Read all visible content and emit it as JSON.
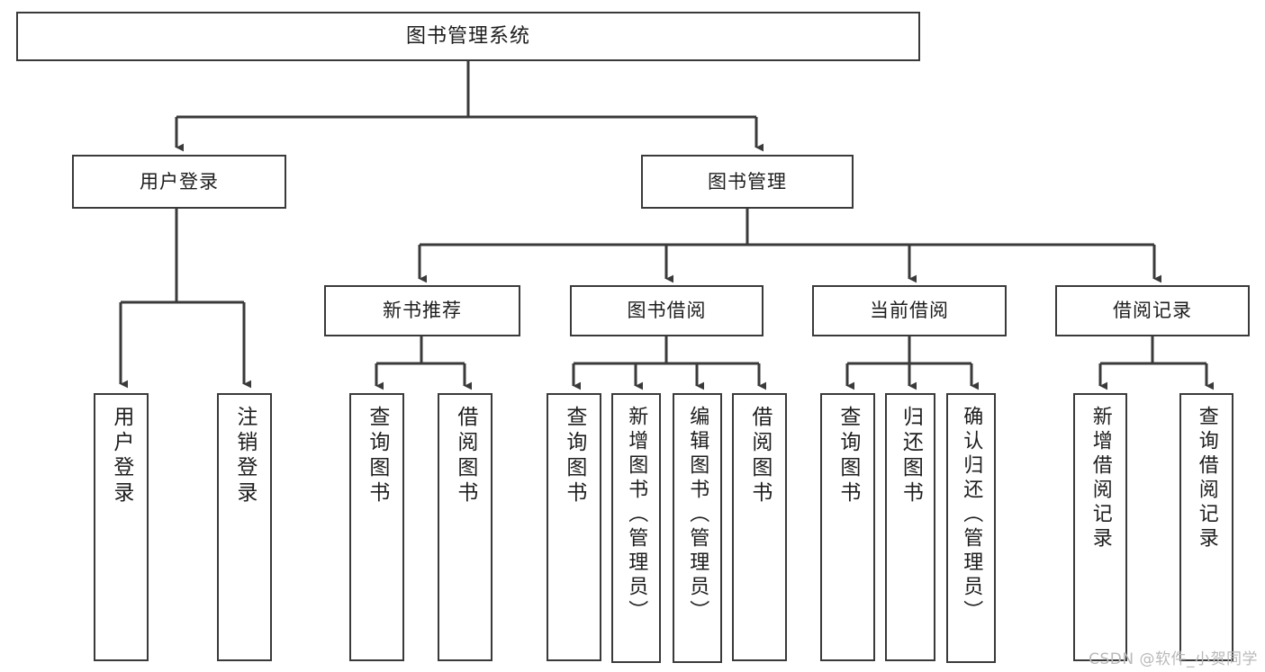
{
  "diagram": {
    "type": "tree",
    "title": "图书管理系统",
    "orientation": "top-down",
    "background_color": "#ffffff",
    "line_color": "#3a3a3a",
    "box_border_color": "#3a3a3a",
    "text_color": "#1d1d1d"
  },
  "root": {
    "label": "图书管理系统"
  },
  "level2": [
    {
      "label": "用户登录"
    },
    {
      "label": "图书管理"
    }
  ],
  "level3": [
    {
      "label": "新书推荐"
    },
    {
      "label": "图书借阅"
    },
    {
      "label": "当前借阅"
    },
    {
      "label": "借阅记录"
    }
  ],
  "leaves": {
    "user_login": [
      {
        "label": "用户登录"
      },
      {
        "label": "注销登录"
      }
    ],
    "new_book_recommend": [
      {
        "label": "查询图书"
      },
      {
        "label": "借阅图书"
      }
    ],
    "book_borrow": [
      {
        "label": "查询图书"
      },
      {
        "label": "新增图书（管理员）"
      },
      {
        "label": "编辑图书（管理员）"
      },
      {
        "label": "借阅图书"
      }
    ],
    "current_borrow": [
      {
        "label": "查询图书"
      },
      {
        "label": "归还图书"
      },
      {
        "label": "确认归还（管理员）"
      }
    ],
    "borrow_record": [
      {
        "label": "新增借阅记录"
      },
      {
        "label": "查询借阅记录"
      }
    ]
  },
  "watermark": {
    "text": "CSDN @软件_小贺同学"
  }
}
